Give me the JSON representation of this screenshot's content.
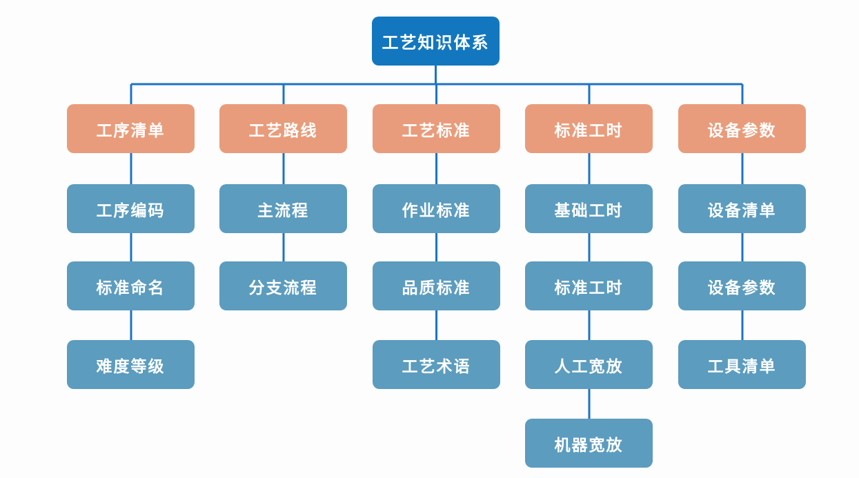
{
  "diagram": {
    "title": "工艺知识体系",
    "columns": [
      {
        "header": "工序清单",
        "children": [
          "工序编码",
          "标准命名",
          "难度等级"
        ]
      },
      {
        "header": "工艺路线",
        "children": [
          "主流程",
          "分支流程"
        ]
      },
      {
        "header": "工艺标准",
        "children": [
          "作业标准",
          "品质标准",
          "工艺术语"
        ]
      },
      {
        "header": "标准工时",
        "children": [
          "基础工时",
          "标准工时",
          "人工宽放",
          "机器宽放"
        ]
      },
      {
        "header": "设备参数",
        "children": [
          "设备清单",
          "设备参数",
          "工具清单"
        ]
      }
    ],
    "colors": {
      "root_fill": "#1277BE",
      "header_fill": "#E99C7B",
      "child_fill": "#5C9CBE",
      "connector": "#1C72C8",
      "node_text": "#FFFFFF",
      "background": "#FDFDFD"
    }
  }
}
